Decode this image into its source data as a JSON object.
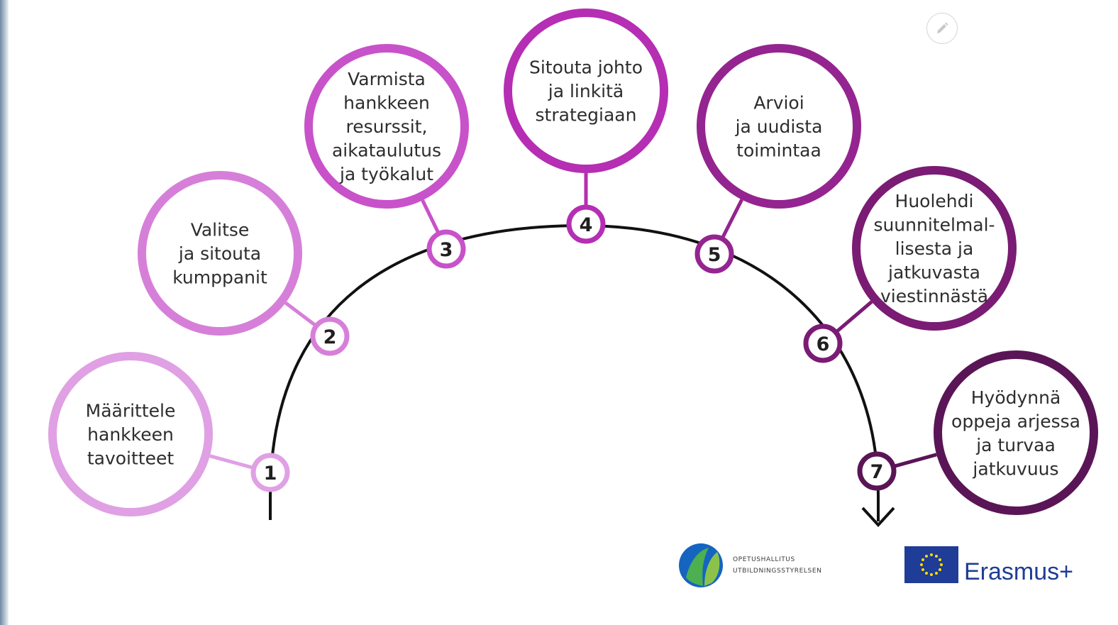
{
  "steps": [
    {
      "number": "1",
      "lines": [
        "Määrittele",
        "hankkeen",
        "tavoitteet"
      ],
      "color": "#e0a0e4"
    },
    {
      "number": "2",
      "lines": [
        "Valitse",
        "ja sitouta",
        "kumppanit"
      ],
      "color": "#d67fd9"
    },
    {
      "number": "3",
      "lines": [
        "Varmista",
        "hankkeen",
        "resurssit,",
        "aikataulutus",
        "ja työkalut"
      ],
      "color": "#c852c9"
    },
    {
      "number": "4",
      "lines": [
        "Sitouta johto",
        "ja linkitä",
        "strategiaan"
      ],
      "color": "#b52eb3"
    },
    {
      "number": "5",
      "lines": [
        "Arvioi",
        "ja uudista",
        "toimintaa"
      ],
      "color": "#94248f"
    },
    {
      "number": "6",
      "lines": [
        "Huolehdi",
        "suunnitelmal-",
        "lisesta ja",
        "jatkuvasta",
        "viestinnästä"
      ],
      "color": "#7a1b74"
    },
    {
      "number": "7",
      "lines": [
        "Hyödynnä",
        "oppeja arjessa",
        "ja turvaa",
        "jatkuvuus"
      ],
      "color": "#5a1556"
    }
  ],
  "logos": {
    "oph_line1": "OPETUSHALLITUS",
    "oph_line2": "UTBILDNINGSSTYRELSEN",
    "erasmus": "Erasmus+"
  },
  "icons": {
    "edit": "pencil-icon",
    "eu_flag": "eu-flag-icon",
    "oph": "oph-logo-icon"
  },
  "colors": {
    "arc": "#111111",
    "eu_blue": "#1f3c96",
    "oph_green": "#4caf50",
    "oph_blue": "#1565c0"
  }
}
